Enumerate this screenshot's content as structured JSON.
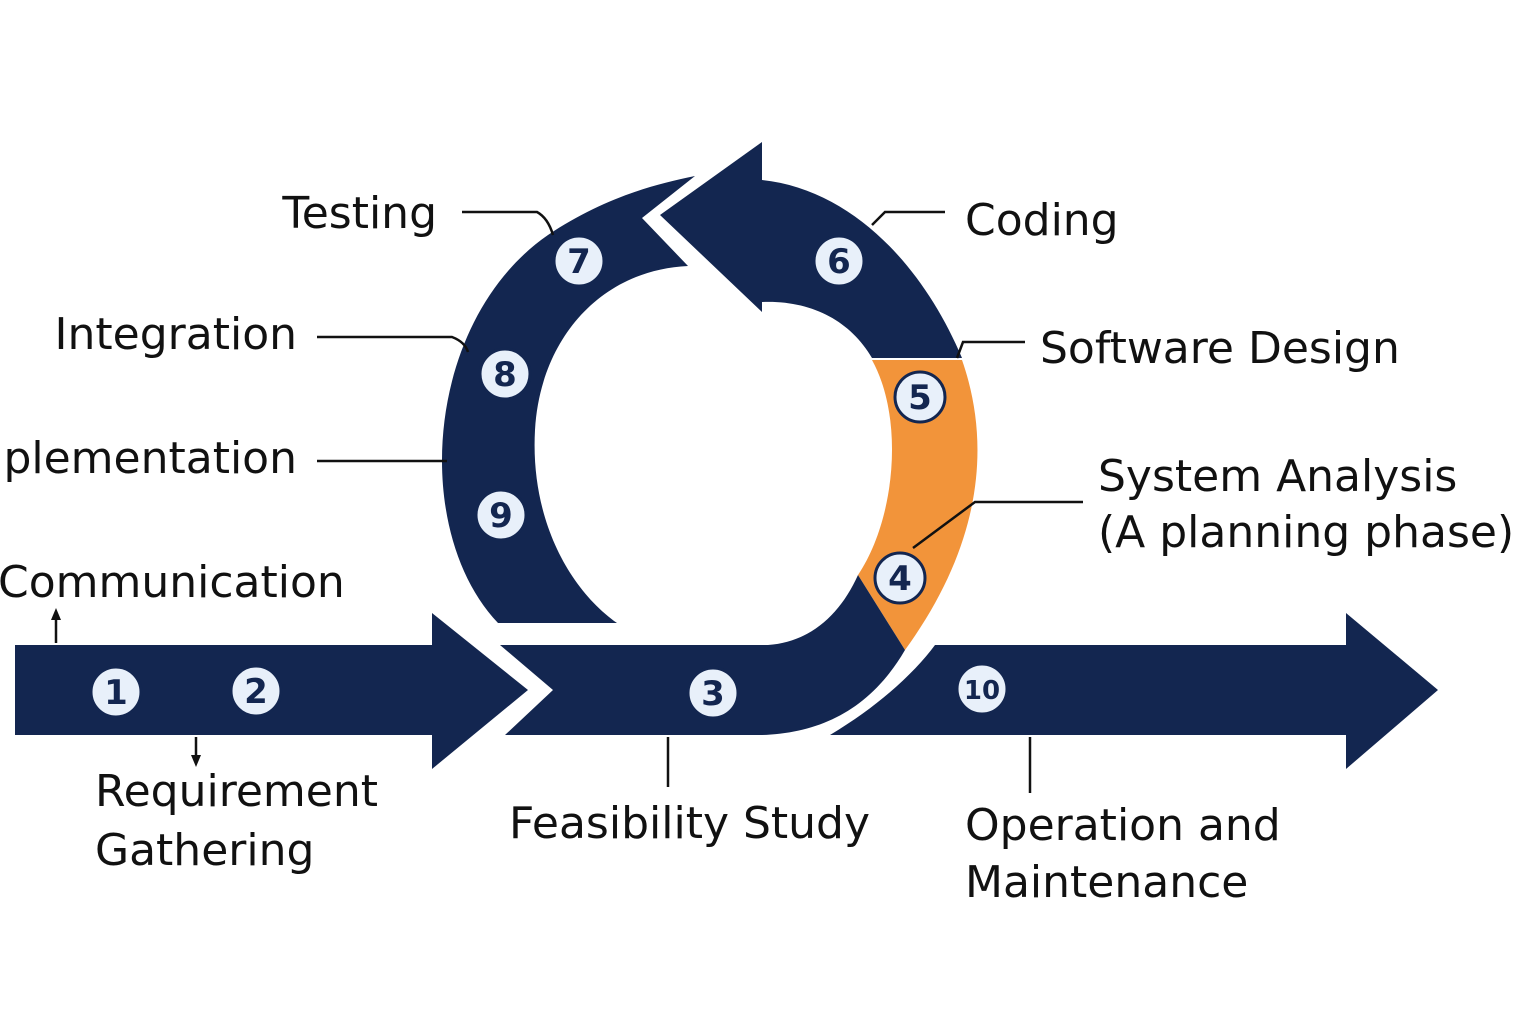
{
  "colors": {
    "navy": "#132650",
    "accent_orange": "#F2943A",
    "badge_fill": "#E8F0FA",
    "text": "#111111",
    "background": "#FFFFFF"
  },
  "steps": [
    {
      "number": "1",
      "label": "Communication"
    },
    {
      "number": "2",
      "label_lines": [
        "Requirement",
        "Gathering"
      ]
    },
    {
      "number": "3",
      "label": "Feasibility Study"
    },
    {
      "number": "4",
      "label_lines": [
        "System Analysis",
        "(A planning phase)"
      ]
    },
    {
      "number": "5",
      "label": "Software Design"
    },
    {
      "number": "6",
      "label": "Coding"
    },
    {
      "number": "7",
      "label": "Testing"
    },
    {
      "number": "8",
      "label": "Integration"
    },
    {
      "number": "9",
      "label": "Implementation"
    },
    {
      "number": "10",
      "label_lines": [
        "Operation and",
        "Maintenance"
      ]
    }
  ]
}
